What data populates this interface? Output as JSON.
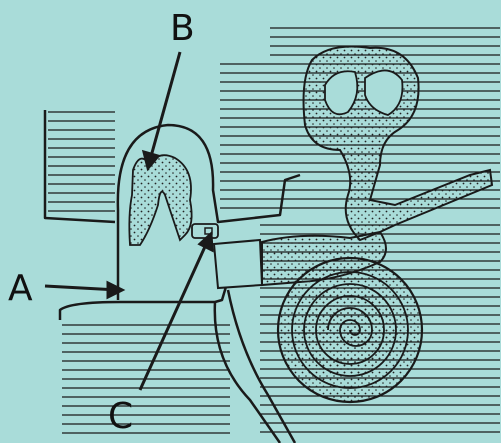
{
  "diagram": {
    "labels": {
      "a": "A",
      "b": "B",
      "c": "C"
    },
    "colors": {
      "background": "#a9dcd9",
      "ink": "#1a1a1a"
    }
  }
}
